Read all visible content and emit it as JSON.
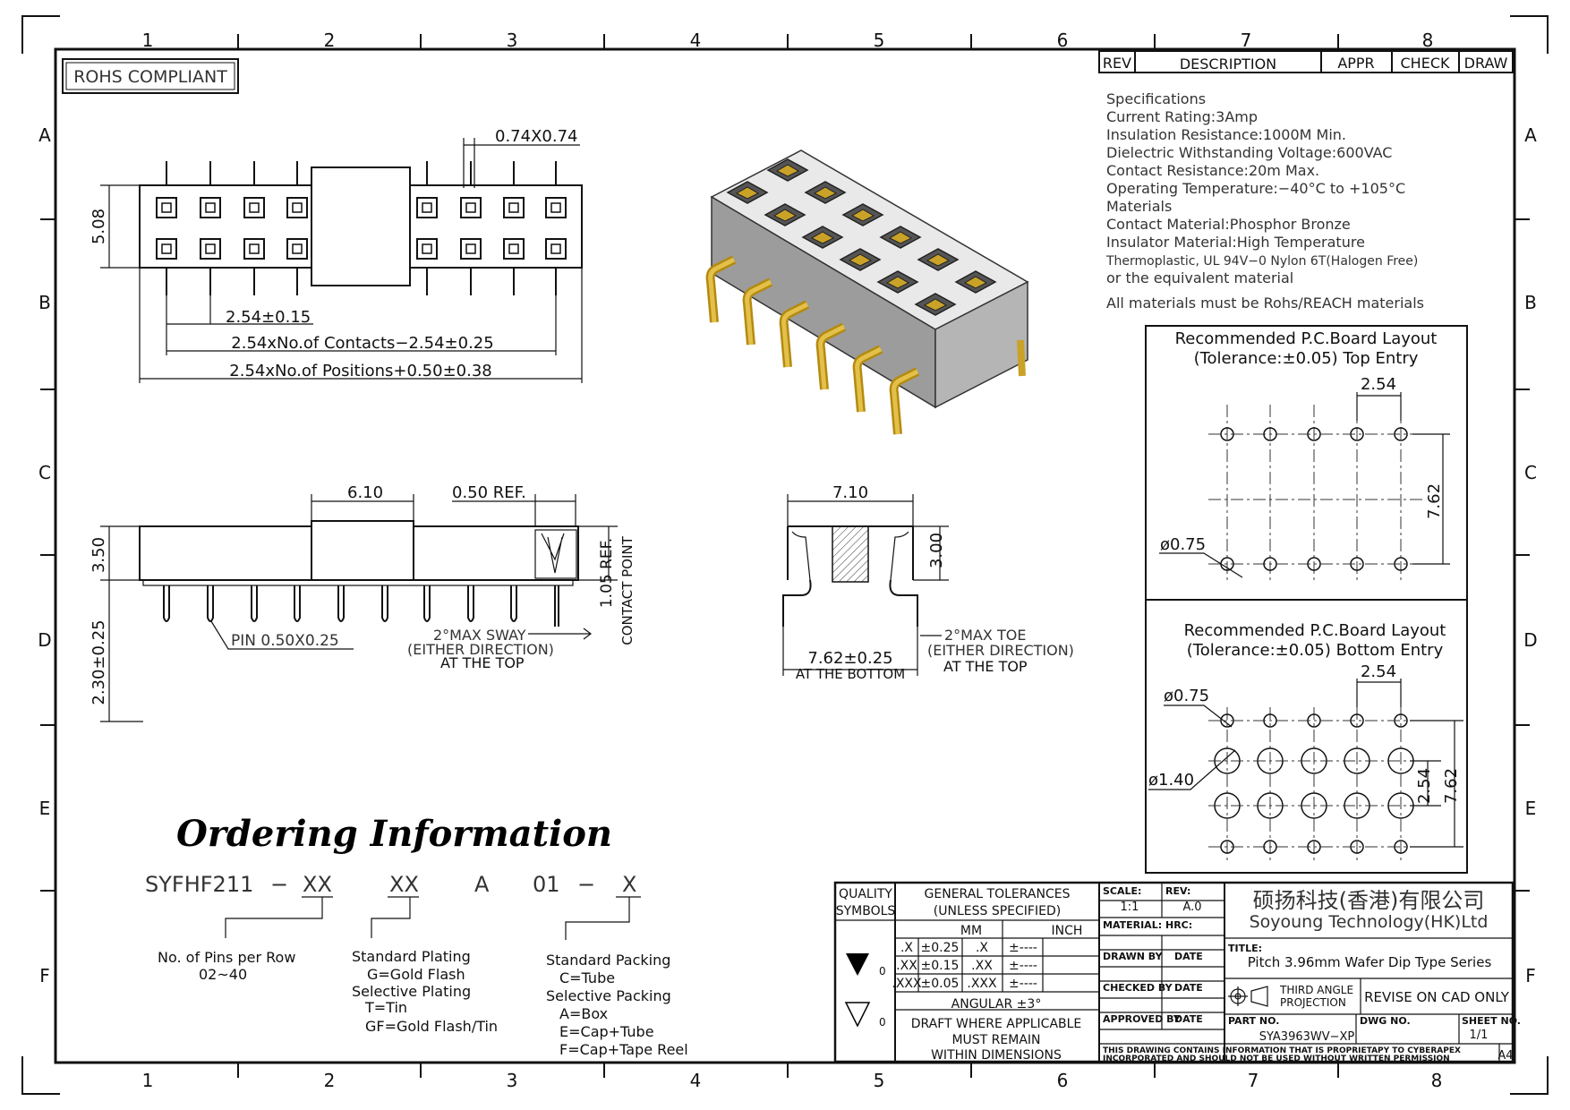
{
  "border": {
    "zones_top": [
      "1",
      "2",
      "3",
      "4",
      "5",
      "6",
      "7",
      "8"
    ],
    "zones_side": [
      "A",
      "B",
      "C",
      "D",
      "E",
      "F"
    ]
  },
  "rohs": "ROHS COMPLIANT",
  "revision_table": {
    "rev": "REV",
    "description": "DESCRIPTION",
    "appr": "APPR",
    "check": "CHECK",
    "draw": "DRAW"
  },
  "specifications": [
    "Specifications",
    "Current  Rating:3Amp",
    "Insulation  Resistance:1000M  Min.",
    "Dielectric  Withstanding  Voltage:600VAC",
    "Contact  Resistance:20m  Max.",
    "Operating  Temperature:−40°C  to  +105°C",
    "Materials",
    "Contact  Material:Phosphor  Bronze",
    "Insulator  Material:High  Temperature",
    "Thermoplastic,  UL  94V−0  Nylon  6T(Halogen  Free)",
    "or  the  equivalent  material",
    "All  materials  must  be  Rohs/REACH  materials"
  ],
  "top_view": {
    "d_pin": "0.74X0.74",
    "d_height": "5.08",
    "d_pitch": "2.54±0.15",
    "d_contacts": "2.54xNo.of  Contacts−2.54±0.25",
    "d_positions": "2.54xNo.of  Positions+0.50±0.38"
  },
  "side_view": {
    "d_width": "6.10",
    "d_ref": "0.50  REF.",
    "d_height": "3.50",
    "d_tail": "2.30±0.25",
    "pin_label": "PIN  0.50X0.25",
    "sway1": "2°MAX  SWAY",
    "sway2": "(EITHER  DIRECTION)",
    "sway3": "AT THE TOP",
    "ref": "1.05  REF.",
    "contact_point": "CONTACT  POINT"
  },
  "end_view": {
    "d_width": "7.10",
    "d_height": "3.00",
    "d_bottom": "7.62±0.25",
    "at_bottom": "AT THE BOTTOM",
    "toe1": "2°MAX  TOE",
    "toe2": "(EITHER  DIRECTION)",
    "toe3": "AT THE TOP"
  },
  "pcb_top": {
    "title1": "Recommended  P.C.Board  Layout",
    "title2": "(Tolerance:±0.05)  Top  Entry",
    "pitch": "2.54",
    "row": "7.62",
    "hole": "ø0.75"
  },
  "pcb_bottom": {
    "title1": "Recommended  P.C.Board  Layout",
    "title2": "(Tolerance:±0.05)  Bottom  Entry",
    "pitch": "2.54",
    "hole": "ø0.75",
    "big_hole": "ø1.40",
    "row1": "2.54",
    "row2": "7.62"
  },
  "ordering": {
    "title": "Ordering Information",
    "part": "SYFHF211",
    "dash1": "−",
    "xx1": "XX",
    "xx2": "XX",
    "a": "A",
    "n01": "01",
    "dash2": "−",
    "x": "X",
    "pins_label": "No.  of  Pins  per  Row",
    "pins_range": "02~40",
    "plating": [
      "Standard  Plating",
      "G=Gold  Flash",
      "Selective  Plating",
      "T=Tin",
      "GF=Gold  Flash/Tin"
    ],
    "packing": [
      "Standard  Packing",
      "C=Tube",
      "Selective  Packing",
      "A=Box",
      "E=Cap+Tube",
      "F=Cap+Tape  Reel"
    ]
  },
  "title_block": {
    "quality": "QUALITY",
    "symbols": "SYMBOLS",
    "gen_tol": "GENERAL  TOLERANCES",
    "unless": "(UNLESS  SPECIFIED)",
    "mm": "MM",
    "inch": "INCH",
    "rows": [
      {
        "a": ".X",
        "b": "±0.25",
        "c": ".X",
        "d": "±----"
      },
      {
        "a": ".XX",
        "b": "±0.15",
        "c": ".XX",
        "d": "±----"
      },
      {
        "a": ".XXX",
        "b": "±0.05",
        "c": ".XXX",
        "d": "±----"
      }
    ],
    "angular": "ANGULAR  ±3°",
    "draft1": "DRAFT  WHERE  APPLICABLE",
    "draft2": "MUST  REMAIN",
    "draft3": "WITHIN  DIMENSIONS",
    "sym0": "0",
    "scale_l": "SCALE:",
    "scale_v": "1:1",
    "rev_l": "REV:",
    "rev_v": "A.0",
    "material_l": "MATERIAL:",
    "hrc_l": "HRC:",
    "drawn_l": "DRAWN  BY",
    "date_l": "DATE",
    "checked_l": "CHECKED  BY",
    "approved_l": "APPROVED  BY",
    "company_cn": "硕扬科技(香港)有限公司",
    "company_en": "Soyoung  Technology(HK)Ltd",
    "title_l": "TITLE:",
    "title_v": "Pitch  3.96mm  Wafer  Dip  Type  Series",
    "third1": "THIRD  ANGLE",
    "third2": "PROJECTION",
    "revise": "REVISE  ON  CAD  ONLY",
    "part_l": "PART  NO.",
    "part_v": "SYA3963WV−XP",
    "dwg_l": "DWG  NO.",
    "sheet_l": "SHEET  NO.",
    "sheet_v": "1/1",
    "notice1": "THIS  DRAWING  CONTAINS  INFORMATION  THAT  IS  PROPRIETAPY  TO  CYBERAPEX",
    "notice2": "INCORPORATED  AND  SHOULD  NOT  BE  USED  WITHOUT  WRITTEN  PERMISSION",
    "size": "A4"
  }
}
